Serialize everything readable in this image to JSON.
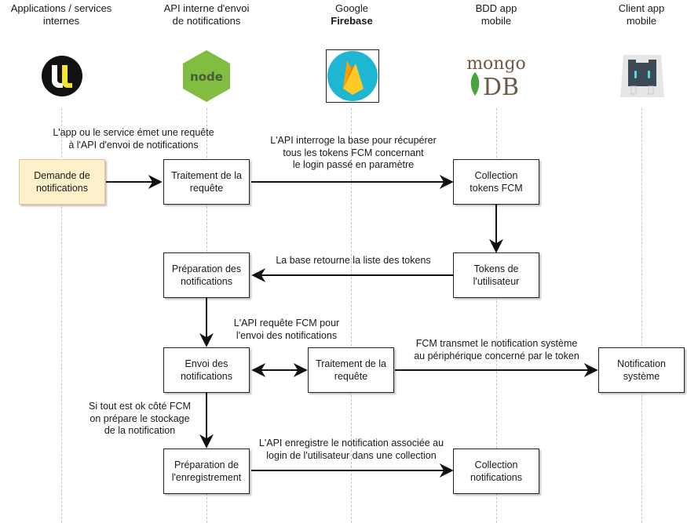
{
  "lanes": [
    {
      "title_line1": "Applications / services",
      "title_line2": "internes",
      "logo": "univ-lorraine-logo"
    },
    {
      "title_line1": "API interne d'envoi",
      "title_line2": "de notifications",
      "logo": "nodejs-logo"
    },
    {
      "title_line1": "Google",
      "title_line2": "Firebase",
      "logo": "firebase-logo"
    },
    {
      "title_line1": "BDD app",
      "title_line2": "mobile",
      "logo": "mongodb-logo"
    },
    {
      "title_line1": "Client app",
      "title_line2": "mobile",
      "logo": "cordova-logo"
    }
  ],
  "logos": {
    "node_text": "node",
    "mongo_text": "mongo",
    "db_text": "DB"
  },
  "boxes": {
    "demande": {
      "line1": "Demande de",
      "line2": "notifications"
    },
    "traitement1": {
      "line1": "Traitement de la",
      "line2": "requête"
    },
    "collection_tokens": {
      "line1": "Collection",
      "line2": "tokens FCM"
    },
    "tokens_user": {
      "line1": "Tokens de",
      "line2": "l'utilisateur"
    },
    "preparation_notifs": {
      "line1": "Préparation des",
      "line2": "notifications"
    },
    "envoi": {
      "line1": "Envoi des",
      "line2": "notifications"
    },
    "traitement2": {
      "line1": "Traitement de la",
      "line2": "requête"
    },
    "notif_systeme": {
      "line1": "Notification",
      "line2": "système"
    },
    "preparation_enreg": {
      "line1": "Préparation de",
      "line2": "l'enregistrement"
    },
    "collection_notifs": {
      "line1": "Collection",
      "line2": "notifications"
    }
  },
  "labels": {
    "emit": {
      "line1": "L'app ou le service émet une requête",
      "line2": "à l'API d'envoi de notifications"
    },
    "query": {
      "line1": "L'API interroge la base pour récupérer",
      "line2": "tous les tokens FCM concernant",
      "line3": "le login passé en paramètre"
    },
    "return": {
      "line1": "La base retourne la liste des tokens"
    },
    "fcm_request": {
      "line1": "L'API requête FCM pour",
      "line2": "l'envoi des notifications"
    },
    "fcm_transmit": {
      "line1": "FCM transmet le notification système",
      "line2": "au périphérique concerné par le token"
    },
    "if_ok": {
      "line1": "Si tout est ok côté FCM",
      "line2": "on prépare le stockage",
      "line3": "de la notification"
    },
    "save": {
      "line1": "L'API enregistre le notification associée au",
      "line2": "login de l'utilisateur dans une collection"
    }
  }
}
